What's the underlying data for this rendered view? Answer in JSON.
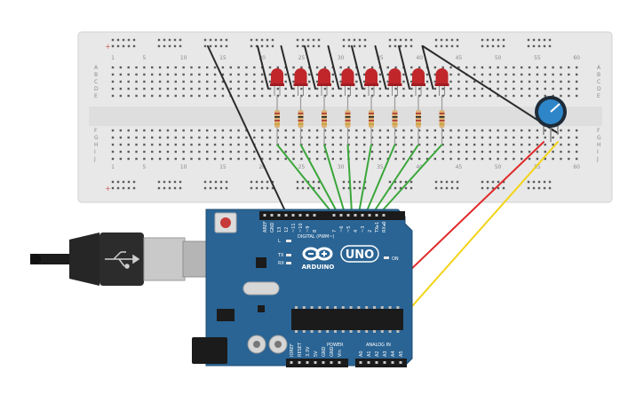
{
  "breadboard": {
    "row_labels": [
      "A",
      "B",
      "C",
      "D",
      "E",
      "F",
      "G",
      "H",
      "I",
      "J"
    ],
    "column_labels": [
      "1",
      "5",
      "10",
      "15",
      "20",
      "25",
      "30",
      "35",
      "40",
      "45",
      "50",
      "55",
      "60"
    ]
  },
  "arduino": {
    "brand": "ARDUINO",
    "model": "UNO",
    "digital_label": "DIGITAL (PWM~)",
    "power_label": "POWER",
    "analog_label": "ANALOG IN",
    "on_label": "ON",
    "led_labels": [
      "L",
      "TX",
      "RX"
    ],
    "aref_gnd": [
      "AREF",
      "GND"
    ],
    "digital_pins": [
      "13",
      "12",
      "~11",
      "~10",
      "~9",
      "8",
      "7",
      "~6",
      "~5",
      "4",
      "~3",
      "2",
      "TX▸1",
      "RX◂0"
    ],
    "power_pins": [
      "IOREF",
      "RESET",
      "3.3V",
      "5V",
      "GND",
      "GND",
      "Vin"
    ],
    "analog_pins": [
      "A0",
      "A1",
      "A2",
      "A3",
      "A4",
      "A5"
    ]
  },
  "components": {
    "led_count": 8,
    "led_color": "#c0262a",
    "resistor_count": 8,
    "potentiometer_knob": "#2e86c9"
  },
  "wires": {
    "signal_color": "#3aa63a",
    "ground_color": "#2b2b2b",
    "power_color": "#e02a2a",
    "analog_color": "#f2d317"
  },
  "colors": {
    "board_blue": "#2a6494",
    "breadboard": "#e9e9e9",
    "usb_cable": "#2a2a2a"
  }
}
